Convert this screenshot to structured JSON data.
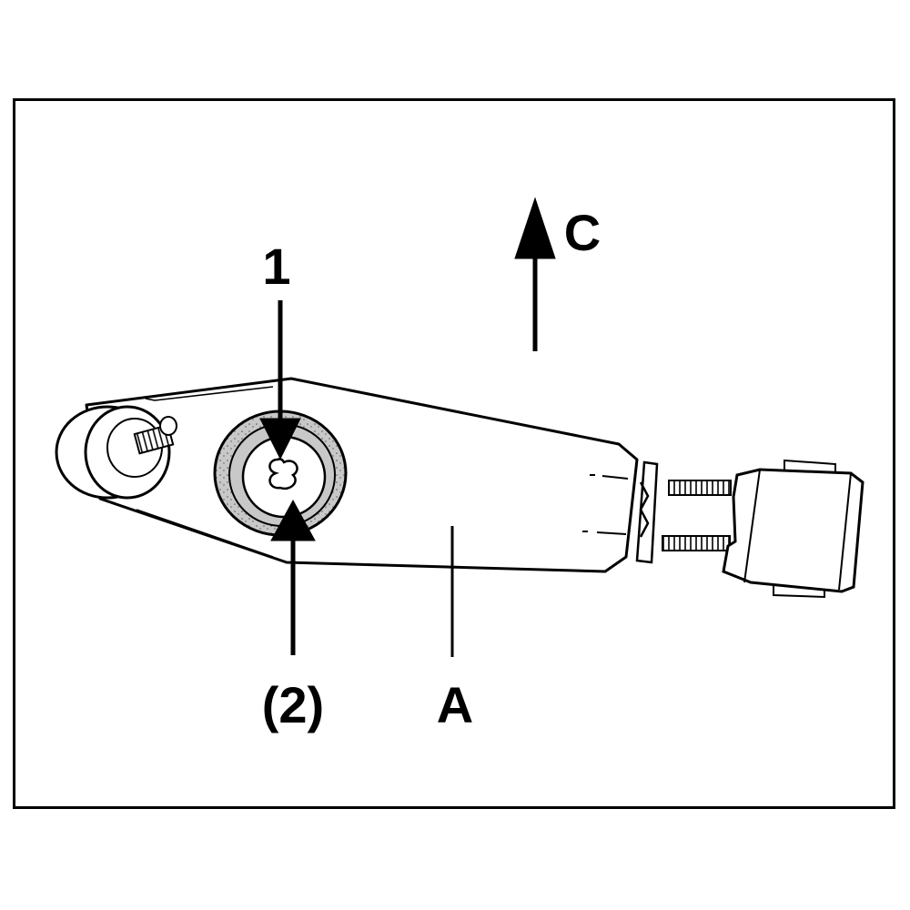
{
  "labels": {
    "callout_1": "1",
    "callout_2": "(2)",
    "part_A": "A",
    "direction_C": "C"
  },
  "colors": {
    "line": "#000000",
    "ring_fill": "#c8c8c8",
    "background": "#ffffff"
  }
}
